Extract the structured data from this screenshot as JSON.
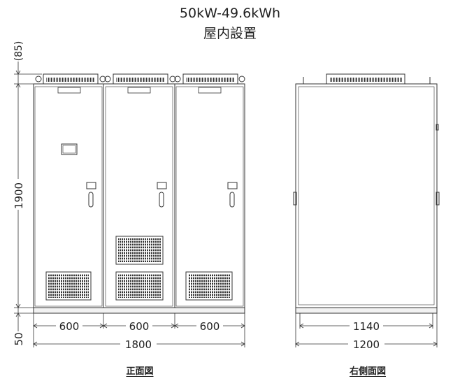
{
  "title_line1": "50kW-49.6kWh",
  "title_line2": "屋内設置",
  "front_caption": "正面図",
  "side_caption": "右側面図",
  "dimensions": {
    "top_clearance": "(85)",
    "height": "1900",
    "base": "50",
    "cabinet_width_1": "600",
    "cabinet_width_2": "600",
    "cabinet_width_3": "600",
    "front_total": "1800",
    "side_inner": "1140",
    "side_total": "1200"
  }
}
